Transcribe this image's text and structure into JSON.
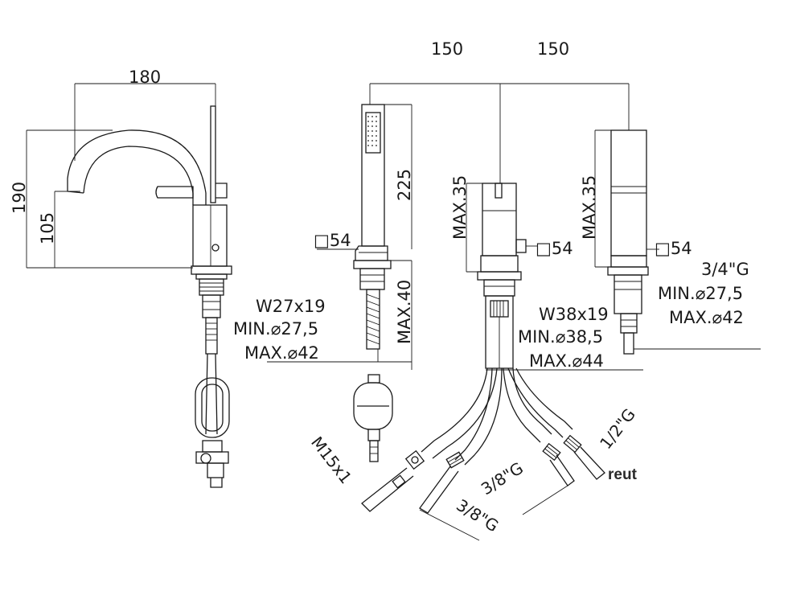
{
  "dimensions": {
    "spout_width": "180",
    "spout_height": "190",
    "spout_outlet_height": "105",
    "spacing_left": "150",
    "spacing_right": "150",
    "handshower_length": "225",
    "handshower_max": "MAX.40",
    "handshower_square": "□54",
    "mixer_max": "MAX.35",
    "mixer_square": "□54",
    "diverter_max": "MAX.35",
    "diverter_square": "□54"
  },
  "specs_left": [
    "W27x19",
    "MIN.⌀27,5",
    "MAX.⌀42"
  ],
  "specs_center": [
    "W38x19",
    "MIN.⌀38,5",
    "MAX.⌀44"
  ],
  "specs_right": [
    "3/4\"G",
    "MIN.⌀27,5",
    "MAX.⌀42"
  ],
  "connections": {
    "hose": "M15x1",
    "inlet_a": "3/8\"G",
    "inlet_b": "3/8\"G",
    "outlet": "1/2\"G"
  },
  "brand": "reut"
}
